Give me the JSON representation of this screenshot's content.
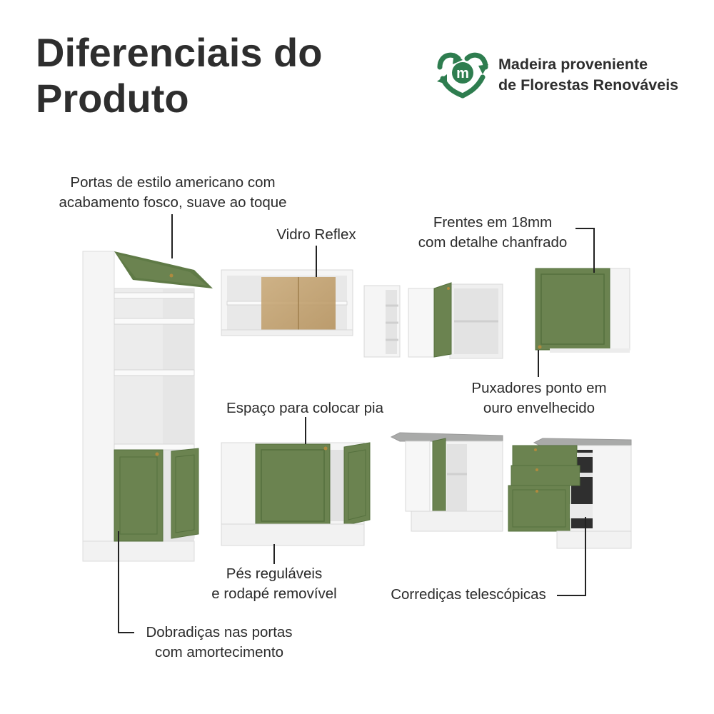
{
  "title": {
    "line1": "Diferenciais do",
    "line2": "Produto"
  },
  "badge": {
    "icon": "recycle-m-icon",
    "icon_letter": "m",
    "line1": "Madeira proveniente",
    "line2": "de Florestas Renováveis",
    "color": "#2e7d4f"
  },
  "features": {
    "doors": {
      "line1": "Portas de estilo americano com",
      "line2": "acabamento fosco, suave ao toque"
    },
    "glass": {
      "line1": "Vidro Reflex"
    },
    "fronts": {
      "line1": "Frentes em 18mm",
      "line2": "com detalhe chanfrado"
    },
    "handles": {
      "line1": "Puxadores ponto em",
      "line2": "ouro envelhecido"
    },
    "sink": {
      "line1": "Espaço para colocar pia"
    },
    "feet": {
      "line1": "Pés reguláveis",
      "line2": "e rodapé removível"
    },
    "slides": {
      "line1": "Corrediças telescópicas"
    },
    "hinges": {
      "line1": "Dobradiças nas portas",
      "line2": "com amortecimento"
    }
  },
  "colors": {
    "door_green": "#6b8350",
    "cabinet_white": "#f4f4f4",
    "countertop_gray": "#a9aaa9",
    "glass_bronze": "#c9a875",
    "leader_line": "#222222"
  }
}
